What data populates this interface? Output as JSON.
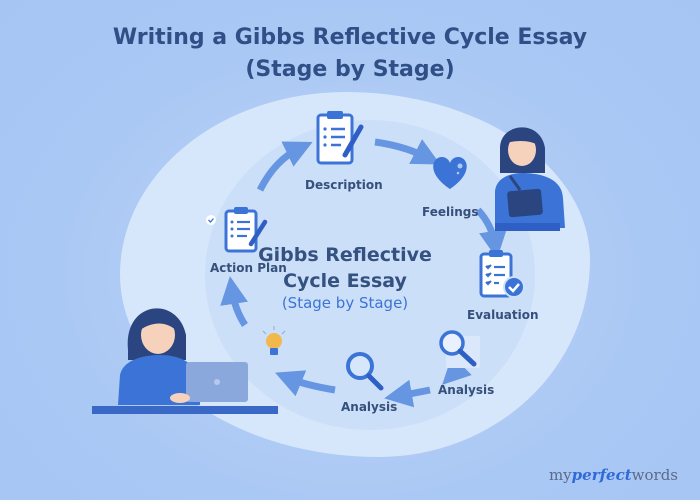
{
  "title": {
    "line1": "Writing a Gibbs Reflective Cycle Essay",
    "line2": "(Stage by Stage)"
  },
  "center": {
    "line1": "Gibbs Reflective",
    "line2": "Cycle Essay",
    "subtitle": "(Stage by Stage)"
  },
  "stages": [
    {
      "label": "Description",
      "icon": "clipboard-pen-icon"
    },
    {
      "label": "Feelings",
      "icon": "heart-icon"
    },
    {
      "label": "Evaluation",
      "icon": "checklist-check-icon"
    },
    {
      "label": "Analysis",
      "icon": "magnifier-document-icon"
    },
    {
      "label": "Analysis",
      "icon": "magnifier-icon"
    },
    {
      "label": "Action Plan",
      "icon": "clipboard-pen-icon"
    }
  ],
  "brand": {
    "prefix": "my",
    "emphasis": "perfect",
    "suffix": "words"
  },
  "colors": {
    "background": "#a9c8f5",
    "title": "#2f4f86",
    "accent": "#3b74d6",
    "arrow": "#5b8fe0"
  }
}
